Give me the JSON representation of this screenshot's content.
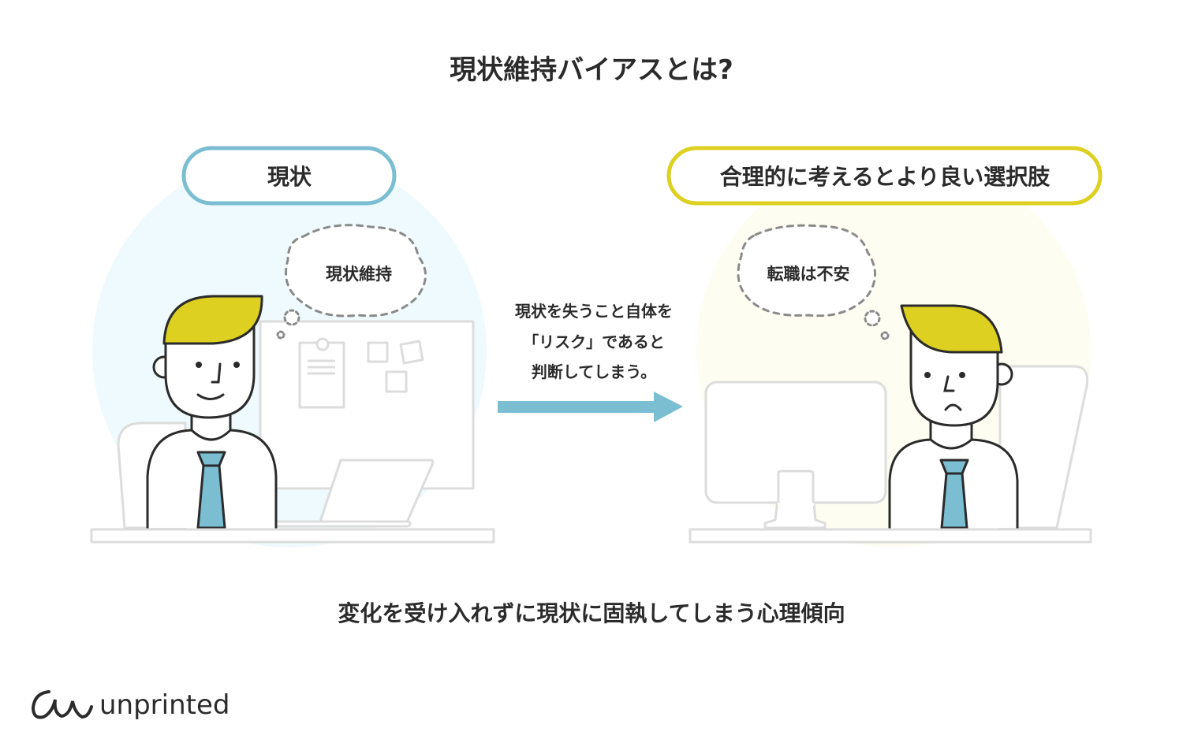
{
  "title": "現状維持バイアスとは?",
  "left": {
    "label": "現状",
    "thought": "現状維持"
  },
  "right": {
    "label": "合理的に考えるとより良い選択肢",
    "thought": "転職は不安"
  },
  "middle": {
    "lines": [
      "現状を失うこと自体を",
      "「リスク」であると",
      "判断してしまう。"
    ]
  },
  "caption": "変化を受け入れずに現状に固執してしまう心理傾向",
  "logo": {
    "text": "unprinted"
  },
  "colors": {
    "blue": "#7bbdd1",
    "yellow": "#ddd020",
    "left_bg": "#eefafd",
    "right_bg": "#fdfdf1",
    "ink": "#2b2b2b"
  }
}
